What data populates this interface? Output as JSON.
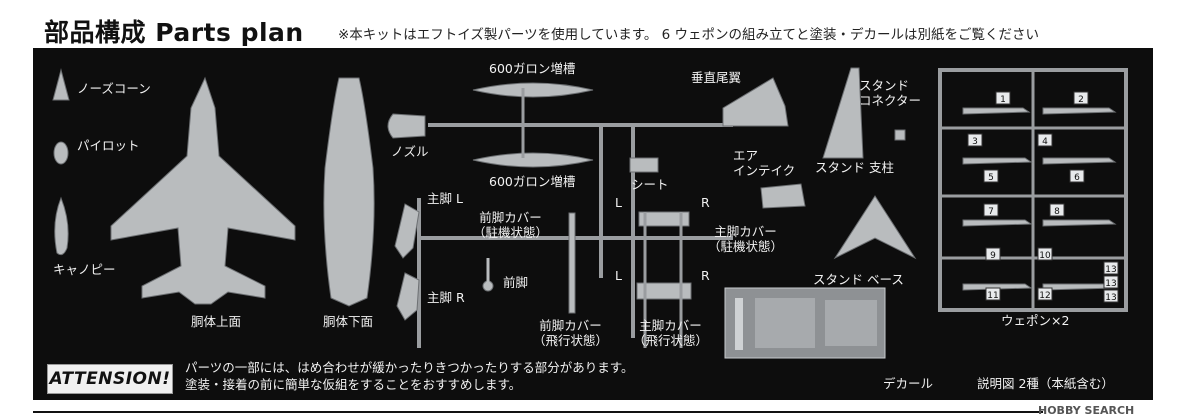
{
  "header": {
    "title": "部品構成 Parts plan",
    "note": "※本キットはエフトイズ製パーツを使用しています。 6 ウェポンの組み立てと塗装・デカールは別紙をご覧ください"
  },
  "parts": {
    "nose_cone": "ノーズコーン",
    "pilot": "パイロット",
    "canopy": "キャノピー",
    "fuselage_upper": "胴体上面",
    "fuselage_lower": "胴体下面",
    "drop_tank_top": "600ガロン増槽",
    "drop_tank_bottom": "600ガロン増槽",
    "nozzle": "ノズル",
    "vertical_tail": "垂直尾翼",
    "air_intake": "エア\nインテイク",
    "seat": "シート",
    "main_gear_l": "主脚 L",
    "main_gear_r": "主脚 R",
    "nose_gear_cover_parked": "前脚カバー\n（駐機状態）",
    "nose_gear": "前脚",
    "nose_gear_cover_flight": "前脚カバー\n（飛行状態）",
    "main_gear_cover_parked": "主脚カバー\n（駐機状態）",
    "main_gear_cover_flight": "主脚カバー\n（飛行状態）",
    "mark_l_top": "L",
    "mark_r_top": "R",
    "mark_l_bottom": "L",
    "mark_r_bottom": "R",
    "stand_connector": "スタンド\nコネクター",
    "stand_pillar": "スタンド 支柱",
    "stand_base": "スタンド ベース",
    "weapons": "ウェポン×2",
    "decal": "デカール",
    "manual": "説明図 2種（本紙含む）"
  },
  "weapon_numbers": [
    "1",
    "2",
    "3",
    "4",
    "5",
    "6",
    "7",
    "8",
    "9",
    "10",
    "11",
    "12",
    "13",
    "13",
    "13"
  ],
  "attention": {
    "badge": "ATTENSION!",
    "line1": "パーツの一部には、はめ合わせが緩かったりきつかったりする部分があります。",
    "line2": "塗装・接着の前に簡単な仮組をすることをおすすめします。"
  },
  "watermark": "HOBBY SEARCH",
  "colors": {
    "panel": "#0d0d0d",
    "parts": "#b9bcbe",
    "text": "#f2f2f2"
  }
}
